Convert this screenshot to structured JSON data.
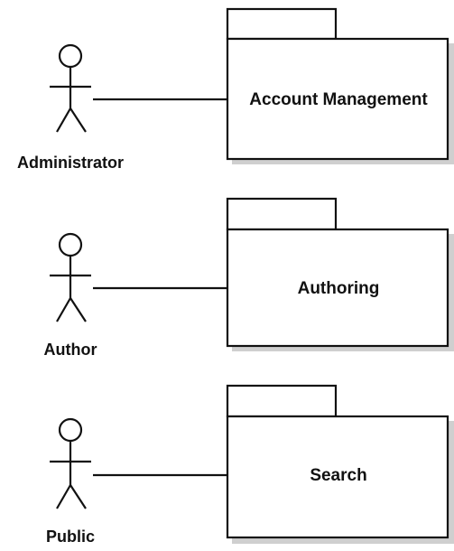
{
  "diagram": {
    "rows": [
      {
        "actor": "Administrator",
        "package": "Account Management"
      },
      {
        "actor": "Author",
        "package": "Authoring"
      },
      {
        "actor": "Public",
        "package": "Search"
      }
    ]
  }
}
